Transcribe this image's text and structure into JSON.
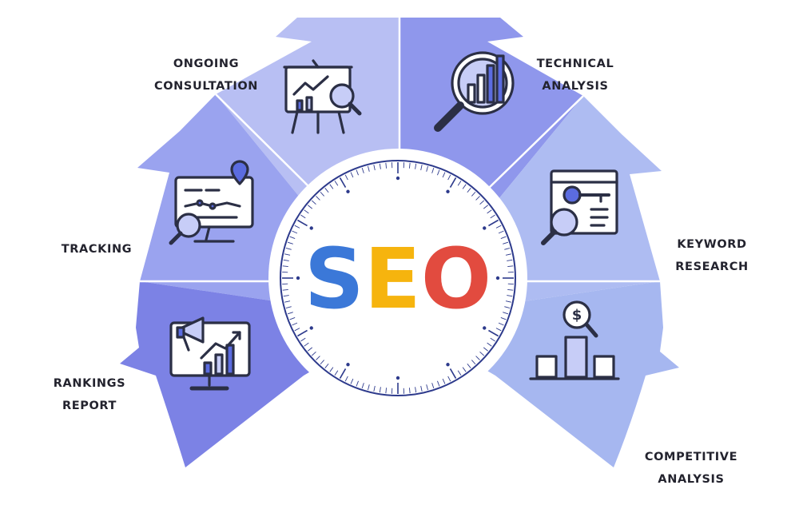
{
  "title": {
    "s": "S",
    "e": "E",
    "o": "O"
  },
  "colors": {
    "s": "#3b78d8",
    "e": "#f6b40e",
    "o": "#e24b3f",
    "segments": [
      "#b9c0f3",
      "#8b93ea",
      "#9aa6ee",
      "#a8b8f0",
      "#7f86e6",
      "#a3b5ef"
    ]
  },
  "labels": [
    {
      "id": "ongoing-consultation",
      "lines": [
        "ONGOING",
        "CONSULTATION"
      ]
    },
    {
      "id": "technical-analysis",
      "lines": [
        "TECHNICAL",
        "ANALYSIS"
      ]
    },
    {
      "id": "tracking",
      "lines": [
        "TRACKING"
      ]
    },
    {
      "id": "keyword-research",
      "lines": [
        "KEYWORD",
        "RESEARCH"
      ]
    },
    {
      "id": "rankings-report",
      "lines": [
        "RANKINGS",
        "REPORT"
      ]
    },
    {
      "id": "competitive-analysis",
      "lines": [
        "COMPETITIVE",
        "ANALYSIS"
      ]
    }
  ],
  "icons": [
    "presentation-board-magnifier-icon",
    "magnifier-bar-chart-icon",
    "monitor-location-magnifier-icon",
    "browser-key-magnifier-icon",
    "monitor-megaphone-growth-icon",
    "dollar-magnifier-bar-chart-icon"
  ]
}
